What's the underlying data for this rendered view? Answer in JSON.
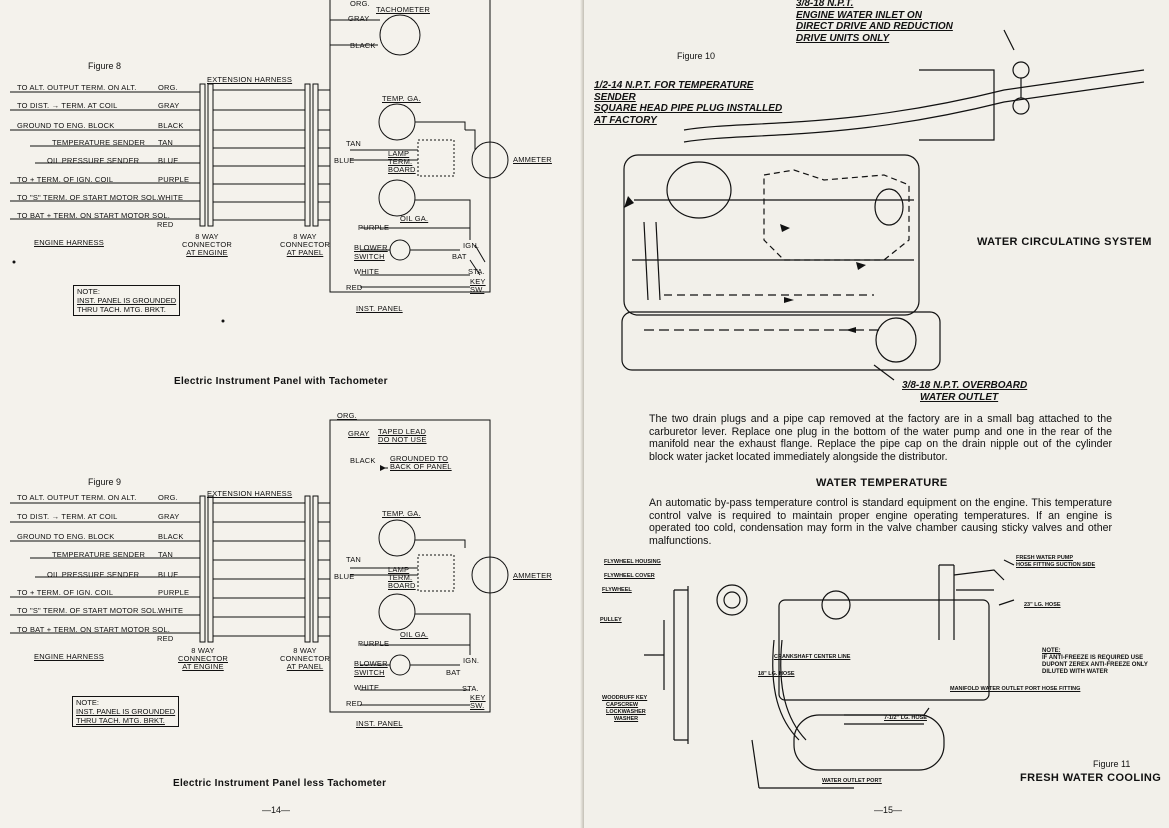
{
  "left_page": {
    "fig8": {
      "label": "Figure 8",
      "caption": "Electric Instrument Panel with Tachometer",
      "top_cut": "ORG.",
      "extension_harness": "EXTENSION HARNESS",
      "engine_harness": "ENGINE HARNESS",
      "connector_engine": [
        "8 WAY",
        "CONNECTOR",
        "AT ENGINE"
      ],
      "connector_panel": [
        "8 WAY",
        "CONNECTOR",
        "AT PANEL"
      ],
      "wires": [
        {
          "label": "TO ALT. OUTPUT TERM. ON ALT.",
          "color": "ORG."
        },
        {
          "label": "TO DIST. → TERM. AT COIL",
          "color": "GRAY"
        },
        {
          "label": "GROUND TO ENG. BLOCK",
          "color": "BLACK"
        },
        {
          "label": "TEMPERATURE SENDER",
          "color": "TAN"
        },
        {
          "label": "OIL PRESSURE SENDER",
          "color": "BLUE"
        },
        {
          "label": "TO + TERM. OF IGN. COIL",
          "color": "PURPLE"
        },
        {
          "label": "TO \"S\" TERM. OF START MOTOR SOL.",
          "color": "WHITE"
        },
        {
          "label": "TO BAT + TERM. ON START MOTOR SOL.",
          "color": "RED"
        }
      ],
      "panel": {
        "tachometer": "TACHOMETER",
        "gray": "GRAY",
        "black": "BLACK",
        "temp_ga": "TEMP. GA.",
        "tan": "TAN",
        "blue": "BLUE",
        "lamp_term_board": [
          "LAMP",
          "TERM.",
          "BOARD"
        ],
        "oil_ga": "OIL GA.",
        "ammeter": "AMMETER",
        "purple": "PURPLE",
        "blower_switch": [
          "BLOWER",
          "SWITCH"
        ],
        "ign": "IGN.",
        "bat": "BAT",
        "sta": "STA.",
        "key_sw": [
          "KEY",
          "SW."
        ],
        "white": "WHITE",
        "red": "RED",
        "inst_panel": "INST. PANEL"
      },
      "note": [
        "NOTE:",
        "INST. PANEL IS GROUNDED",
        "THRU TACH. MTG. BRKT."
      ]
    },
    "fig9": {
      "label": "Figure 9",
      "caption": "Electric Instrument Panel less Tachometer",
      "org": "ORG.",
      "gray_taped": [
        "GRAY",
        "TAPED LEAD",
        "DO NOT USE"
      ],
      "black_grounded": [
        "BLACK",
        "GROUNDED TO",
        "BACK OF PANEL"
      ],
      "note": [
        "NOTE:",
        "INST. PANEL IS GROUNDED",
        "THRU TACH. MTG. BRKT."
      ]
    },
    "page_number": "—14—"
  },
  "right_page": {
    "fig10": {
      "label": "Figure 10",
      "inlet_callout": [
        "3/8-18 N.P.T.",
        "ENGINE WATER INLET ON",
        "DIRECT DRIVE AND REDUCTION",
        "DRIVE UNITS ONLY"
      ],
      "sender_callout": [
        "1/2-14 N.P.T. FOR TEMPERATURE",
        "SENDER",
        "SQUARE HEAD PIPE PLUG INSTALLED",
        "AT FACTORY"
      ],
      "title": "WATER CIRCULATING SYSTEM",
      "outlet_callout": [
        "3/8-18 N.P.T. OVERBOARD",
        "WATER OUTLET"
      ]
    },
    "paragraph1": "The two drain plugs and a pipe cap removed at the factory are in a small bag attached to the carburetor lever. Replace one plug in the bottom of the water pump and one in the rear of the manifold near the exhaust flange. Replace the pipe cap on the drain nipple out of the cylinder block water jacket located immediately alongside the distributor.",
    "water_temp_heading": "WATER TEMPERATURE",
    "paragraph2": "An automatic by-pass temperature control is standard equipment on the engine. This temperature control valve is required to maintain proper engine operating temperatures. If an engine is operated too cold, condensation may form in the valve chamber causing sticky valves and other malfunctions.",
    "fig11": {
      "labels": [
        "FLYWHEEL HOUSING",
        "FLYWHEEL COVER",
        "FLYWHEEL",
        "FRESH WATER PUMP",
        "HOSE FITTING SUCTION SIDE",
        "23\" LG. HOSE",
        "CRANKSHAFT CENTER LINE",
        "18\" LG. HOSE",
        "MANIFOLD WATER OUTLET PORT HOSE FITTING",
        "7-1/2\" LG. HOSE",
        "WATER OUTLET PORT",
        "WOODRUFF KEY",
        "CAPSCREW",
        "LOCKWASHER",
        "WASHER",
        "PULLEY"
      ],
      "note": [
        "NOTE:",
        "IF ANTI-FREEZE IS REQUIRED USE",
        "DUPONT ZEREX ANTI-FREEZE ONLY",
        "DILUTED WITH WATER"
      ],
      "label": "Figure 11",
      "title": "FRESH WATER COOLING"
    },
    "page_number": "—15—"
  }
}
